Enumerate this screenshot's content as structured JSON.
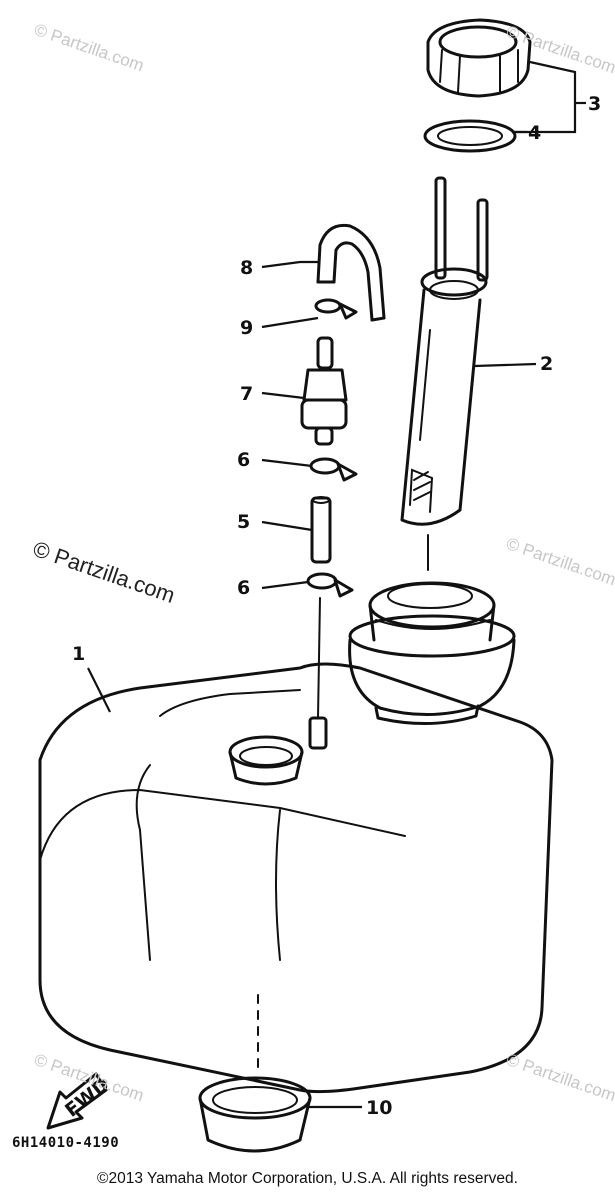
{
  "watermarks": {
    "main": "© Partzilla.com",
    "faint": "© Partzilla.com"
  },
  "diagram": {
    "part_code": "6H14010-4190",
    "fwd_label": "FWD",
    "callouts": [
      "1",
      "2",
      "3",
      "4",
      "5",
      "6",
      "6",
      "7",
      "8",
      "9",
      "10"
    ]
  },
  "footer": {
    "copyright": "©2013 Yamaha Motor Corporation, U.S.A. All rights reserved."
  }
}
